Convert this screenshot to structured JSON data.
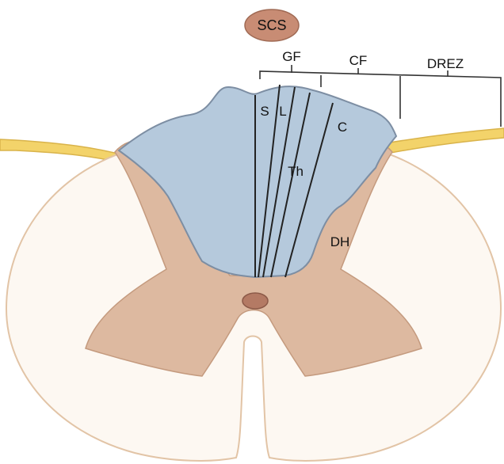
{
  "labels": {
    "scs": "SCS",
    "gf": "GF",
    "cf": "CF",
    "drez": "DREZ",
    "s": "S",
    "l": "L",
    "c": "C",
    "th": "Th",
    "dh": "DH"
  },
  "colors": {
    "white_matter": "#fdf8f2",
    "white_matter_edge": "#e2c4a6",
    "gray_matter": "#ddb9a0",
    "gray_matter_edge": "#c49a7e",
    "dorsal_column": "#b5c9dc",
    "dorsal_column_edge": "#7d8ea3",
    "nerve_root": "#f3d36a",
    "scs_fill": "#c88c74",
    "scs_edge": "#a06a54",
    "canal_fill": "#b47a64",
    "lines": "#222222"
  }
}
